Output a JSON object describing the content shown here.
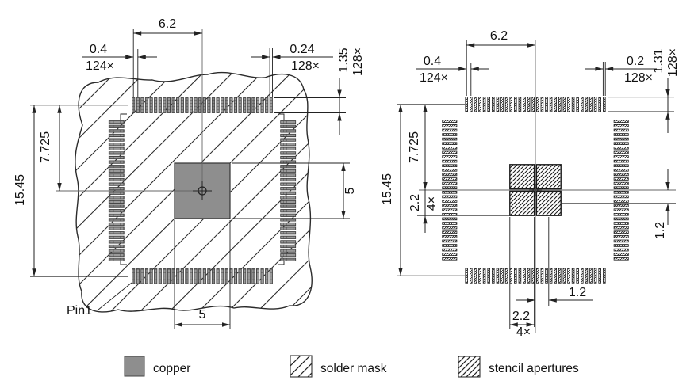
{
  "left": {
    "span": "6.2",
    "pitch": "0.4",
    "pitch_count": "124×",
    "pad_width": "0.24",
    "pad_width_count": "128×",
    "pad_length": "1.35",
    "pad_length_count": "128×",
    "overall": "15.45",
    "half": "7.725",
    "thermal_height": "5",
    "thermal_width": "5",
    "pin1": "Pin1"
  },
  "right": {
    "span": "6.2",
    "pitch": "0.4",
    "pitch_count": "124×",
    "aperture_width": "0.2",
    "aperture_width_count": "128×",
    "aperture_length": "1.31",
    "aperture_length_count": "128×",
    "overall": "15.45",
    "half": "7.725",
    "paste_size": "2.2",
    "paste_count": "4×",
    "paste_offset_v": "1.2",
    "paste_offset_h": "1.2",
    "paste_size_bottom": "2.2",
    "paste_count_bottom": "4×"
  },
  "legend": {
    "copper": "copper",
    "solder_mask": "solder mask",
    "stencil": "stencil apertures"
  },
  "colors": {
    "copper": "#8e8e8e",
    "line": "#222222"
  }
}
